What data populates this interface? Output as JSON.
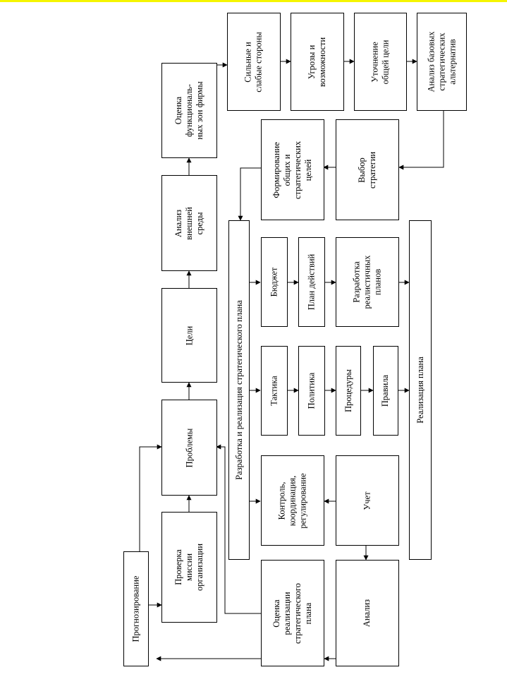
{
  "diagram": {
    "boxes": {
      "forecasting": "Прогнозирование",
      "mission_check": "Проверка\nмиссии\nорганизации",
      "problems": "Проблемы",
      "goals": "Цели",
      "env_analysis": "Анализ\nвнешней\nсреды",
      "func_zones": "Оценка\nфункциональ-\nных зон фирмы",
      "strengths": "Сильные и\nслабые стороны",
      "threats": "Угрозы и\nвозможности",
      "refine_goal": "Уточнение\nобщей цели",
      "alternatives": "Анализ базовых\nстратегических\nальтернатив",
      "form_goals": "Формирование\nобщих и\nстратегических\nцелей",
      "choose_strategy": "Выбор\nстратегии",
      "dev_impl": "Разработка и реализация стратегического плана",
      "budget": "Бюджет",
      "action_plan": "План действий",
      "realistic_plans": "Разработка\nреалистичных\nпланов",
      "tactics": "Тактика",
      "policy": "Политика",
      "procedures": "Процедуры",
      "rules": "Правила",
      "control": "Контроль,\nкоординация,\nрегулирование",
      "accounting": "Учет",
      "plan_impl": "Реализация плана",
      "eval_impl": "Оценка\nреализации\nстратегического\nплана",
      "analysis": "Анализ"
    }
  }
}
